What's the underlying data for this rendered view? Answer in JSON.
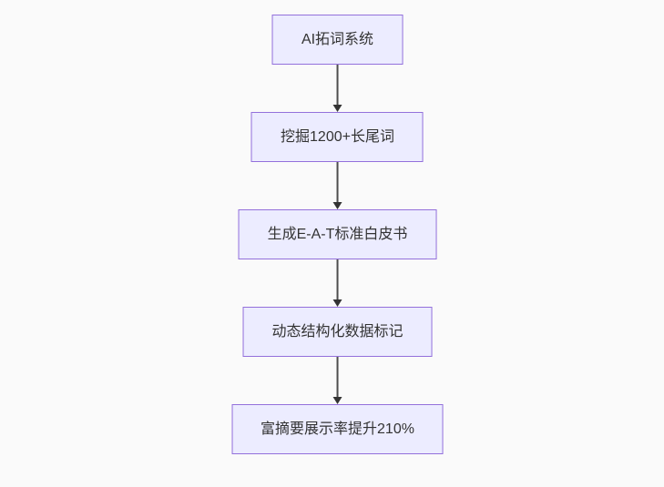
{
  "diagram": {
    "type": "flowchart-top-down",
    "nodes": [
      {
        "id": "A",
        "label": "AI拓词系统"
      },
      {
        "id": "B",
        "label": "挖掘1200+长尾词"
      },
      {
        "id": "C",
        "label": "生成E-A-T标准白皮书"
      },
      {
        "id": "D",
        "label": "动态结构化数据标记"
      },
      {
        "id": "E",
        "label": "富摘要展示率提升210%"
      }
    ],
    "edges": [
      {
        "from": "A",
        "to": "B",
        "arrow": "down"
      },
      {
        "from": "B",
        "to": "C",
        "arrow": "down"
      },
      {
        "from": "C",
        "to": "D",
        "arrow": "down"
      },
      {
        "from": "D",
        "to": "E",
        "arrow": "down"
      }
    ],
    "colors": {
      "node_fill": "#ECECFF",
      "node_border": "#9370DB",
      "node_text": "#333333",
      "arrow": "#333333",
      "background": "#fafafa"
    }
  }
}
